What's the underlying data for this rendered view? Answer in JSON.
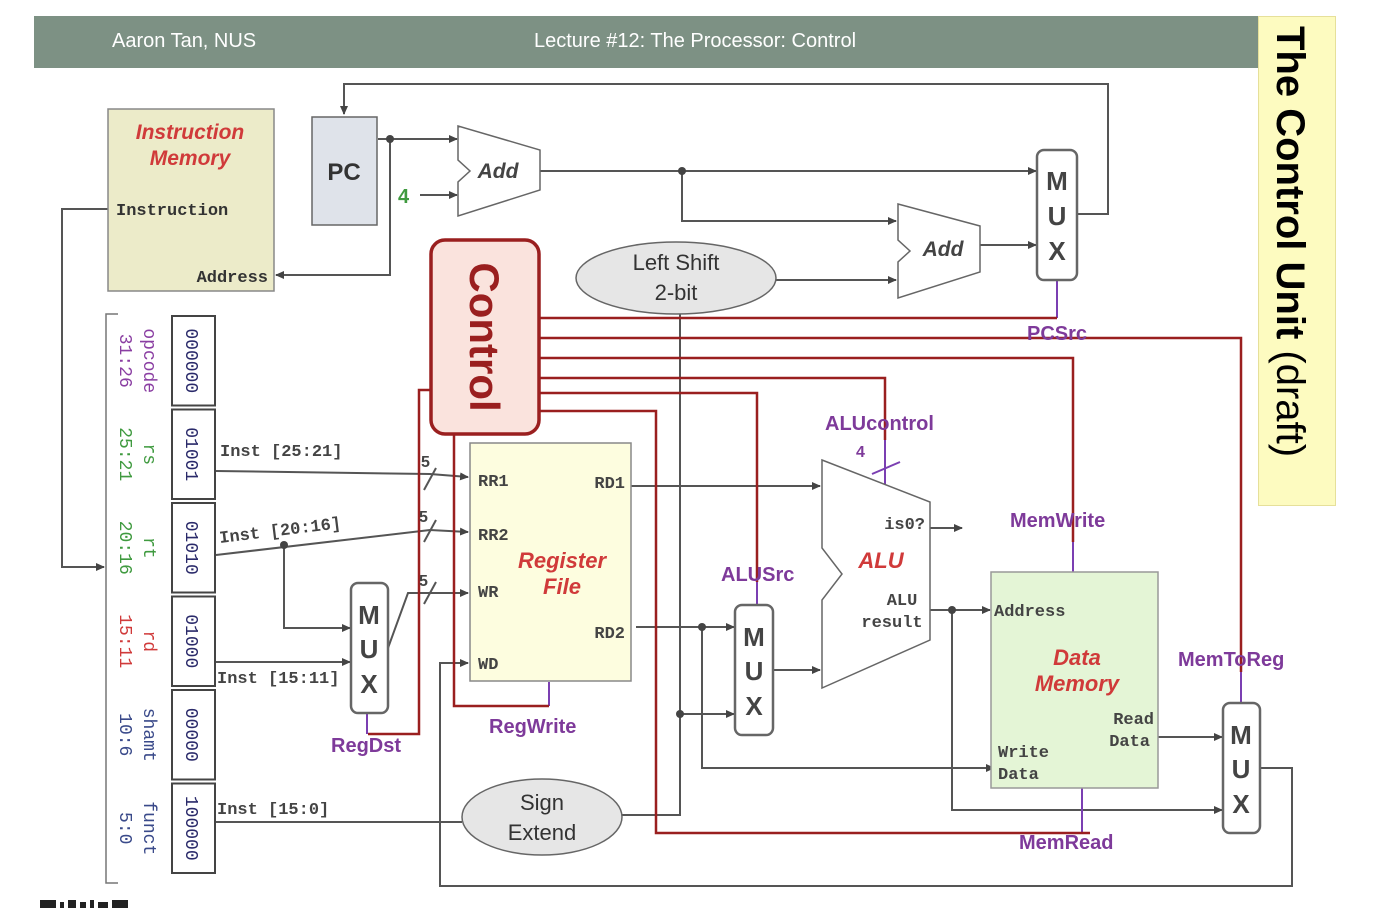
{
  "header": {
    "author": "Aaron Tan, NUS",
    "lecture": "Lecture #12: The Processor: Control",
    "color": "#7d9184"
  },
  "title": {
    "main": "The Control Unit",
    "suffix": "(draft)"
  },
  "colors": {
    "control": "#9a1f1f",
    "signal": "#7e3a9a",
    "memory_title": "#d03a3a",
    "instr_mem_fill": "#ecebc9",
    "register_fill": "#fdfddf",
    "data_mem_fill": "#e4f5d6",
    "pc_fill": "#dfe3ea"
  },
  "instruction_memory": {
    "title_line1": "Instruction",
    "title_line2": "Memory",
    "output_label": "Instruction",
    "input_label": "Address"
  },
  "pc": {
    "label": "PC"
  },
  "constant_four": "4",
  "adders": {
    "label": "Add"
  },
  "left_shift": {
    "line1": "Left Shift",
    "line2": "2-bit"
  },
  "control_unit": {
    "label": "Control"
  },
  "mux": {
    "letters": [
      "M",
      "U",
      "X"
    ]
  },
  "signals": {
    "pcsrc": "PCSrc",
    "alucontrol": "ALUcontrol",
    "alucontrol_width": "4",
    "memwrite": "MemWrite",
    "alusrc": "ALUSrc",
    "memtoreg": "MemToReg",
    "regwrite": "RegWrite",
    "regdst": "RegDst",
    "memread": "MemRead"
  },
  "register_file": {
    "title_line1": "Register",
    "title_line2": "File",
    "ports": {
      "rr1": "RR1",
      "rr2": "RR2",
      "wr": "WR",
      "wd": "WD",
      "rd1": "RD1",
      "rd2": "RD2"
    },
    "bus_width": "5"
  },
  "alu": {
    "label": "ALU",
    "zero_flag": "is0?",
    "result_line1": "ALU",
    "result_line2": "result"
  },
  "data_memory": {
    "title_line1": "Data",
    "title_line2": "Memory",
    "address": "Address",
    "read_line1": "Read",
    "read_line2": "Data",
    "write_line1": "Write",
    "write_line2": "Data"
  },
  "sign_extend": {
    "line1": "Sign",
    "line2": "Extend"
  },
  "instruction_fields": [
    {
      "name": "opcode",
      "bits": "31:26",
      "value": "000000",
      "color": "#8a3ea2"
    },
    {
      "name": "rs",
      "bits": "25:21",
      "value": "01001",
      "color": "#3f9a3f"
    },
    {
      "name": "rt",
      "bits": "20:16",
      "value": "01010",
      "color": "#3f9a3f"
    },
    {
      "name": "rd",
      "bits": "15:11",
      "value": "01000",
      "color": "#d03a3a"
    },
    {
      "name": "shamt",
      "bits": "10:6",
      "value": "00000",
      "color": "#3a4a8a"
    },
    {
      "name": "funct",
      "bits": "5:0",
      "value": "100000",
      "color": "#3a4a8a"
    }
  ],
  "inst_labels": {
    "rs": "Inst [25:21]",
    "rt": "Inst [20:16]",
    "rd": "Inst [15:11]",
    "imm": "Inst [15:0]"
  }
}
